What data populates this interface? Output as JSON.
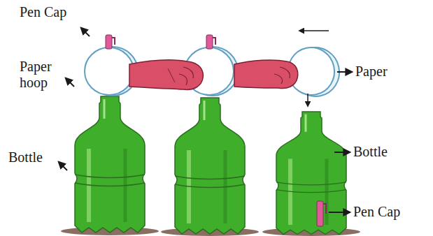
{
  "diagram": {
    "labels": [
      "Pen Cap",
      "Paper hoop",
      "Bottle",
      "Paper",
      "Bottle",
      "Pen Cap"
    ]
  }
}
